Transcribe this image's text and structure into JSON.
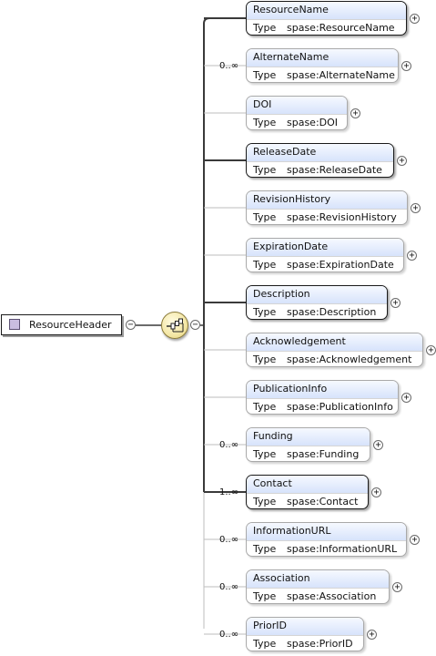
{
  "root": {
    "name": "ResourceHeader",
    "collapse_symbol": "−"
  },
  "sequence": {
    "icon": "sequence-compositor-icon",
    "collapse_symbol": "−"
  },
  "type_key": "Type",
  "expand_symbol": "+",
  "elements": [
    {
      "name": "ResourceName",
      "type": "spase:ResourceName",
      "cardinality": "",
      "required": true
    },
    {
      "name": "AlternateName",
      "type": "spase:AlternateName",
      "cardinality": "0..∞",
      "required": false
    },
    {
      "name": "DOI",
      "type": "spase:DOI",
      "cardinality": "",
      "required": false
    },
    {
      "name": "ReleaseDate",
      "type": "spase:ReleaseDate",
      "cardinality": "",
      "required": true
    },
    {
      "name": "RevisionHistory",
      "type": "spase:RevisionHistory",
      "cardinality": "",
      "required": false
    },
    {
      "name": "ExpirationDate",
      "type": "spase:ExpirationDate",
      "cardinality": "",
      "required": false
    },
    {
      "name": "Description",
      "type": "spase:Description",
      "cardinality": "",
      "required": true
    },
    {
      "name": "Acknowledgement",
      "type": "spase:Acknowledgement",
      "cardinality": "",
      "required": false
    },
    {
      "name": "PublicationInfo",
      "type": "spase:PublicationInfo",
      "cardinality": "",
      "required": false
    },
    {
      "name": "Funding",
      "type": "spase:Funding",
      "cardinality": "0..∞",
      "required": false
    },
    {
      "name": "Contact",
      "type": "spase:Contact",
      "cardinality": "1..∞",
      "required": true
    },
    {
      "name": "InformationURL",
      "type": "spase:InformationURL",
      "cardinality": "0..∞",
      "required": false
    },
    {
      "name": "Association",
      "type": "spase:Association",
      "cardinality": "0..∞",
      "required": false
    },
    {
      "name": "PriorID",
      "type": "spase:PriorID",
      "cardinality": "0..∞",
      "required": false
    }
  ]
}
